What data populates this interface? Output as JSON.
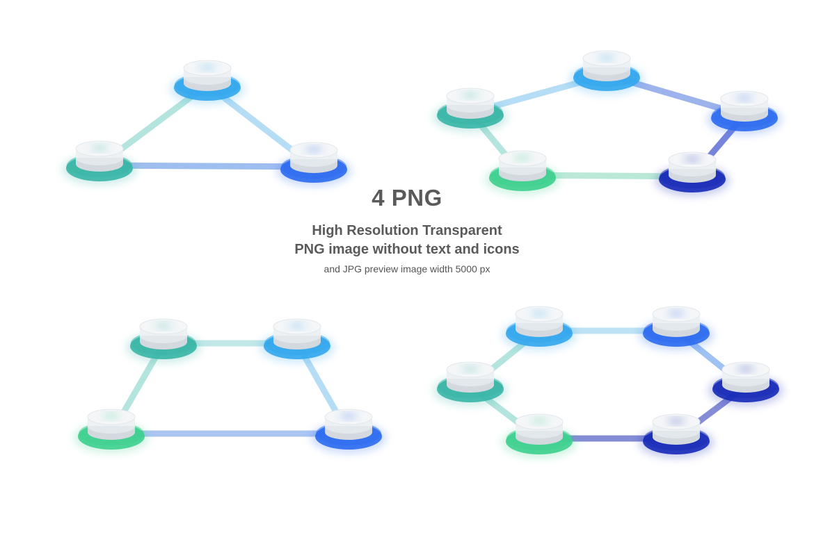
{
  "caption": {
    "title": "4 PNG",
    "subtitle_line1": "High Resolution Transparent",
    "subtitle_line2": "PNG image without text and icons",
    "note": "and JPG preview image width 5000 px"
  },
  "palette": {
    "teal": "#3ab6a8",
    "green": "#3fd08f",
    "sky": "#35a8ee",
    "blue": "#2f6df0",
    "navy": "#1a2db8",
    "node_top": "#f4f6f8"
  },
  "diagrams": [
    {
      "name": "triangle",
      "nodes": [
        {
          "id": "t1",
          "color": "sky"
        },
        {
          "id": "t2",
          "color": "teal"
        },
        {
          "id": "t3",
          "color": "blue"
        }
      ],
      "edges": [
        {
          "from": "t2",
          "to": "t1",
          "color": "#a6e0d8"
        },
        {
          "from": "t1",
          "to": "t3",
          "color": "#a9d8f4"
        },
        {
          "from": "t2",
          "to": "t3",
          "color": "#8fb3ee"
        }
      ]
    },
    {
      "name": "pentagon",
      "nodes": [
        {
          "id": "p1",
          "color": "sky"
        },
        {
          "id": "p2",
          "color": "teal"
        },
        {
          "id": "p3",
          "color": "blue"
        },
        {
          "id": "p4",
          "color": "green"
        },
        {
          "id": "p5",
          "color": "navy"
        }
      ],
      "edges": [
        {
          "from": "p2",
          "to": "p1",
          "color": "#a9d8f4"
        },
        {
          "from": "p1",
          "to": "p3",
          "color": "#8da6e8"
        },
        {
          "from": "p2",
          "to": "p4",
          "color": "#a6e0d8"
        },
        {
          "from": "p4",
          "to": "p5",
          "color": "#aee6d2"
        },
        {
          "from": "p3",
          "to": "p5",
          "color": "#5f6fd6"
        }
      ]
    },
    {
      "name": "quadrilateral",
      "nodes": [
        {
          "id": "q1",
          "color": "teal"
        },
        {
          "id": "q2",
          "color": "sky"
        },
        {
          "id": "q3",
          "color": "green"
        },
        {
          "id": "q4",
          "color": "blue"
        }
      ],
      "edges": [
        {
          "from": "q1",
          "to": "q2",
          "color": "#b7e3e6"
        },
        {
          "from": "q1",
          "to": "q3",
          "color": "#a6e0d8"
        },
        {
          "from": "q2",
          "to": "q4",
          "color": "#a9d8f4"
        },
        {
          "from": "q3",
          "to": "q4",
          "color": "#9dbcf0"
        }
      ]
    },
    {
      "name": "hexagon",
      "nodes": [
        {
          "id": "h1",
          "color": "sky"
        },
        {
          "id": "h2",
          "color": "blue"
        },
        {
          "id": "h3",
          "color": "teal"
        },
        {
          "id": "h4",
          "color": "navy"
        },
        {
          "id": "h5",
          "color": "green"
        },
        {
          "id": "h6",
          "color": "navy"
        }
      ],
      "edges": [
        {
          "from": "h1",
          "to": "h2",
          "color": "#b3ddf4"
        },
        {
          "from": "h3",
          "to": "h1",
          "color": "#a6e0d8"
        },
        {
          "from": "h2",
          "to": "h4",
          "color": "#8fb8f0"
        },
        {
          "from": "h3",
          "to": "h5",
          "color": "#a6e0d8"
        },
        {
          "from": "h5",
          "to": "h6",
          "color": "#6f78d0"
        },
        {
          "from": "h6",
          "to": "h4",
          "color": "#6f78d0"
        }
      ]
    }
  ]
}
